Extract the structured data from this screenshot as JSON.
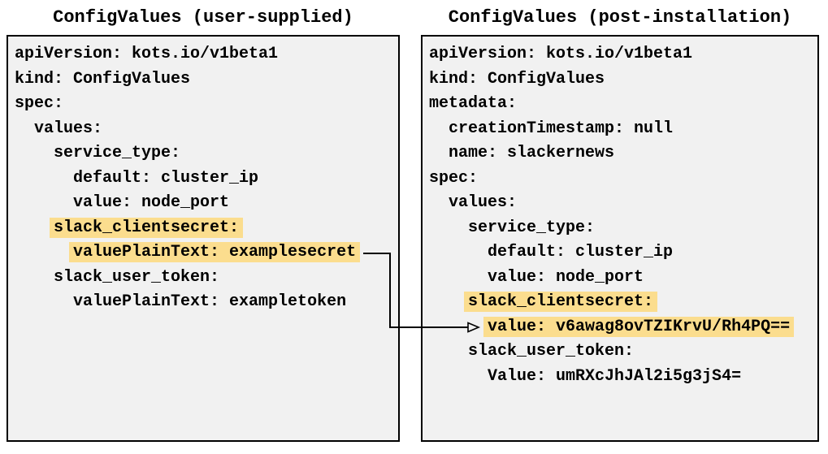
{
  "diagram": {
    "colors": {
      "panel_background": "#f1f1f1",
      "panel_border": "#000000",
      "highlight": "#fbdd8e",
      "text": "#000000",
      "arrow": "#000000"
    },
    "left_panel": {
      "title": "ConfigValues (user-supplied)",
      "lines": [
        {
          "text": "apiVersion: kots.io/v1beta1",
          "highlight": false
        },
        {
          "text": "kind: ConfigValues",
          "highlight": false
        },
        {
          "text": "spec:",
          "highlight": false
        },
        {
          "text": "  values:",
          "highlight": false
        },
        {
          "text": "    service_type:",
          "highlight": false
        },
        {
          "text": "      default: cluster_ip",
          "highlight": false
        },
        {
          "text": "      value: node_port",
          "highlight": false
        },
        {
          "text": "    slack_clientsecret:",
          "highlight": true
        },
        {
          "text": "      valuePlainText: examplesecret",
          "highlight": true
        },
        {
          "text": "    slack_user_token:",
          "highlight": false
        },
        {
          "text": "      valuePlainText: exampletoken",
          "highlight": false
        }
      ]
    },
    "right_panel": {
      "title": "ConfigValues (post-installation)",
      "lines": [
        {
          "text": "apiVersion: kots.io/v1beta1",
          "highlight": false
        },
        {
          "text": "kind: ConfigValues",
          "highlight": false
        },
        {
          "text": "metadata:",
          "highlight": false
        },
        {
          "text": "  creationTimestamp: null",
          "highlight": false
        },
        {
          "text": "  name: slackernews",
          "highlight": false
        },
        {
          "text": "spec:",
          "highlight": false
        },
        {
          "text": "  values:",
          "highlight": false
        },
        {
          "text": "    service_type:",
          "highlight": false
        },
        {
          "text": "      default: cluster_ip",
          "highlight": false
        },
        {
          "text": "      value: node_port",
          "highlight": false
        },
        {
          "text": "    slack_clientsecret:",
          "highlight": true
        },
        {
          "text": "      value: v6awag8ovTZIKrvU/Rh4PQ==",
          "highlight": true
        },
        {
          "text": "    slack_user_token:",
          "highlight": false
        },
        {
          "text": "      Value: umRXcJhJAl2i5g3jS4=",
          "highlight": false
        }
      ]
    },
    "arrow": {
      "from": "valuePlainText: examplesecret",
      "to": "value: v6awag8ovTZIKrvU/Rh4PQ=="
    }
  }
}
